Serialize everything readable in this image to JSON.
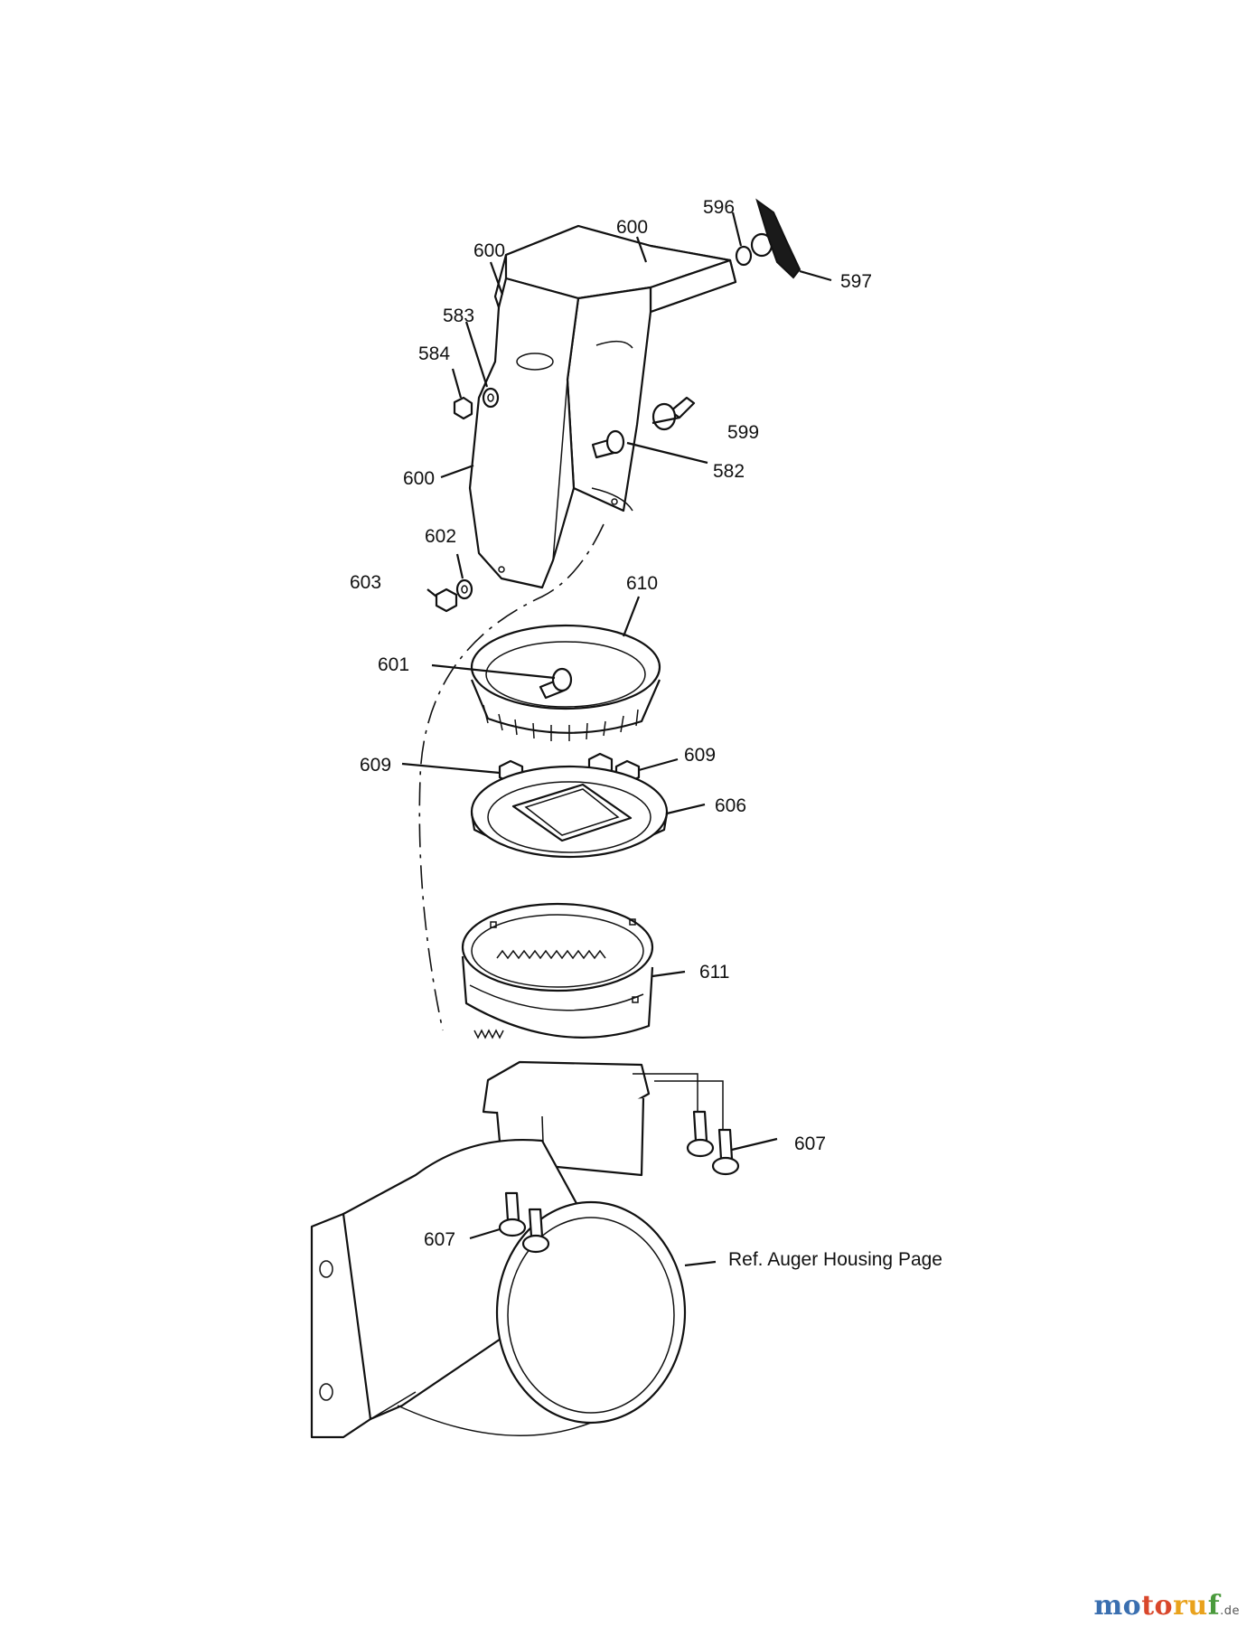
{
  "parts": {
    "p596": "596",
    "p597": "597",
    "p600a": "600",
    "p600b": "600",
    "p600c": "600",
    "p583": "583",
    "p584": "584",
    "p599": "599",
    "p582": "582",
    "p602": "602",
    "p603": "603",
    "p610": "610",
    "p601": "601",
    "p609a": "609",
    "p609b": "609",
    "p606": "606",
    "p611": "611",
    "p607a": "607",
    "p607b": "607"
  },
  "reference": "Ref. Auger Housing Page",
  "watermark": {
    "c1": "mo",
    "c2": "to",
    "c3": "ru",
    "c4": "f",
    "suffix": ".de"
  }
}
